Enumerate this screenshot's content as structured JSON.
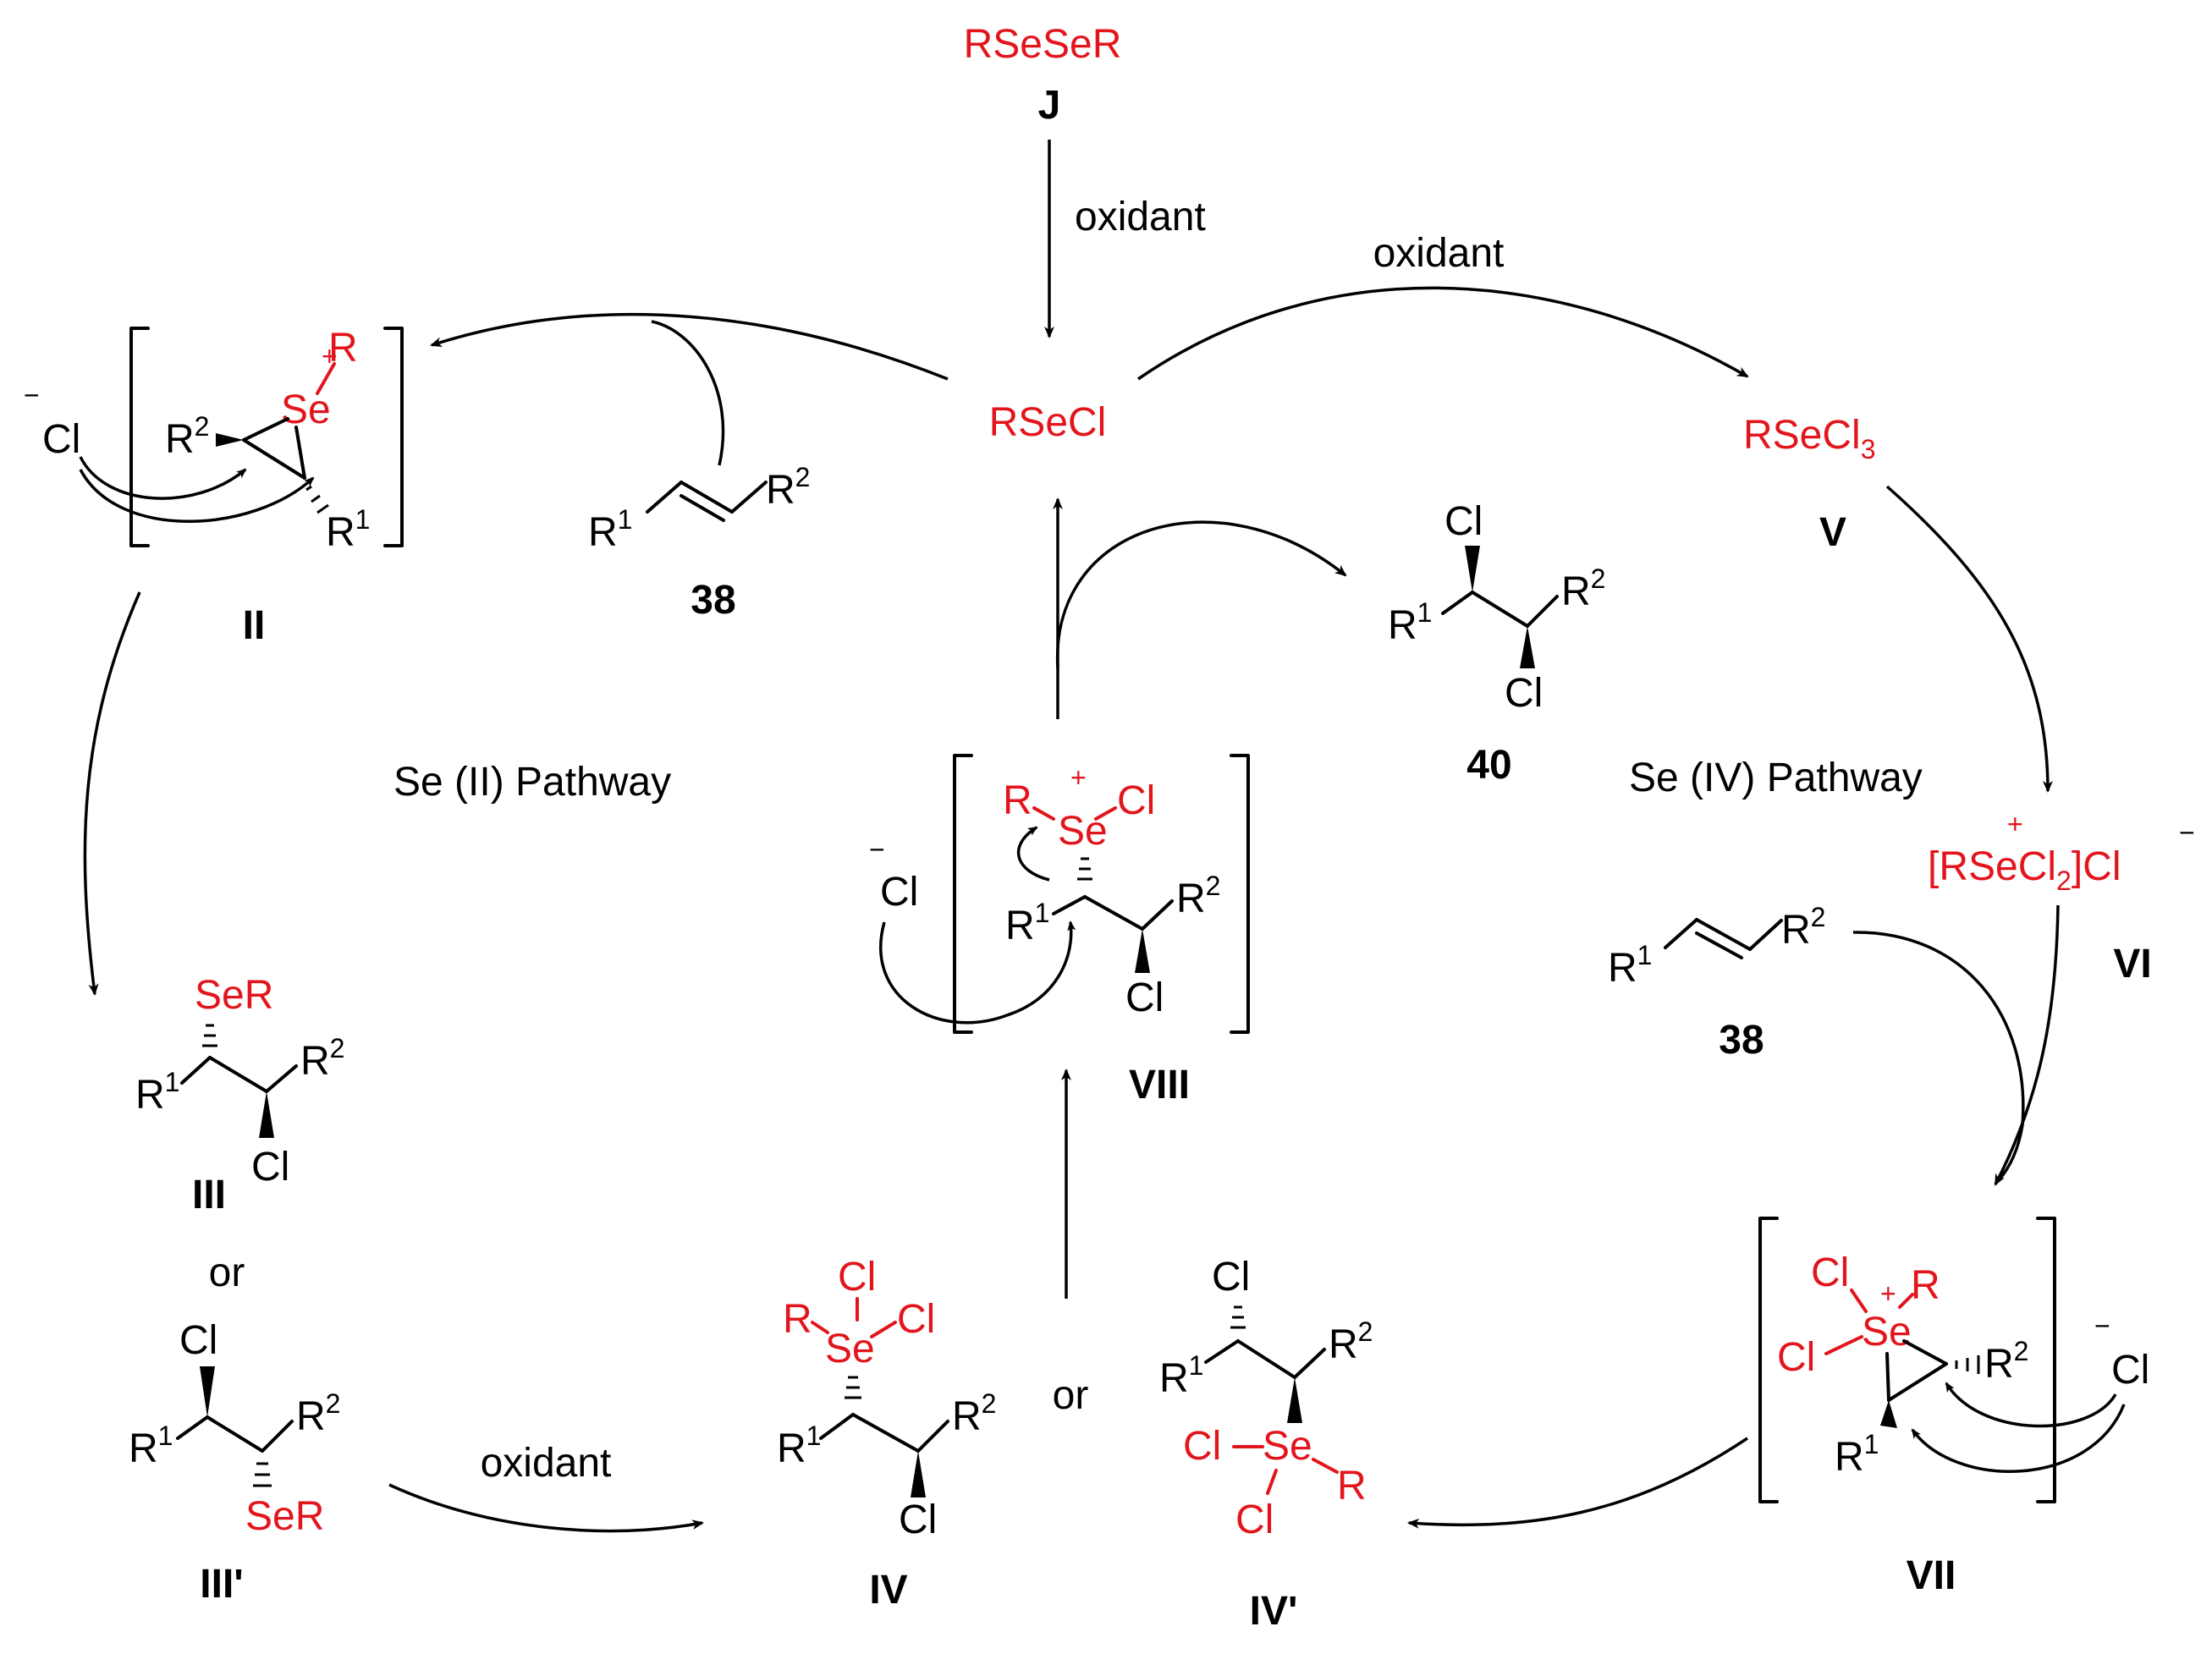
{
  "title": "",
  "reagents": {
    "diselenide": "RSeSeR",
    "diselenide_label": "J",
    "selenenyl_chloride": "RSeCl",
    "trichloride": "RSeCl",
    "trichloride_sub": "3",
    "trichloride_label": "V",
    "ionic_left": "[RSeCl",
    "ionic_sub": "2",
    "ionic_right": "]Cl",
    "ionic_plus": "+",
    "ionic_minus": "−",
    "ionic_label": "VI"
  },
  "conditions": {
    "oxidant_top": "oxidant",
    "oxidant_right": "oxidant",
    "oxidant_bottom": "oxidant"
  },
  "pathways": {
    "se2": "Se (II) Pathway",
    "se4": "Se (IV) Pathway"
  },
  "labels": {
    "II": "II",
    "III": "III",
    "III_prime": "III'",
    "IV": "IV",
    "IV_prime": "IV'",
    "VII": "VII",
    "VIII": "VIII",
    "alkene": "38",
    "alkene2": "38",
    "product": "40",
    "or1": "or",
    "or2": "or"
  },
  "atoms": {
    "Se": "Se",
    "Cl": "Cl",
    "R": "R",
    "SeR": "SeR",
    "R1": "R",
    "R2": "R",
    "one": "1",
    "two": "2",
    "plus": "+",
    "minus": "−"
  }
}
